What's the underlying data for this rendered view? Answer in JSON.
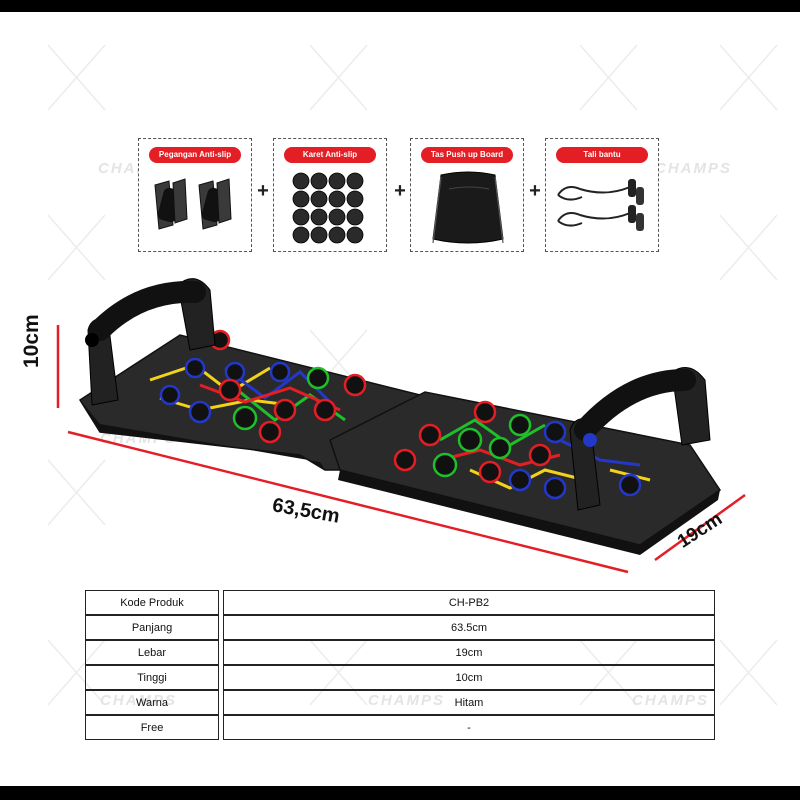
{
  "watermark": {
    "brand": "CHAMPS"
  },
  "accessories": [
    {
      "label": "Pegangan Anti-slip",
      "icon": "handles-icon"
    },
    {
      "label": "Karet Anti-slip",
      "icon": "rubber-pads-icon"
    },
    {
      "label": "Tas Push up Board",
      "icon": "bag-icon"
    },
    {
      "label": "Tali bantu",
      "icon": "resistance-band-icon"
    }
  ],
  "plus_sign": "+",
  "dimensions": {
    "height": "10cm",
    "length": "63,5cm",
    "width": "19cm"
  },
  "colors": {
    "accent_red": "#e31e24",
    "green": "#1fbf2a",
    "blue": "#2338c8",
    "yellow": "#f2d21a",
    "board": "#1f1f1f"
  },
  "specs": [
    {
      "key": "Kode Produk",
      "value": "CH-PB2"
    },
    {
      "key": "Panjang",
      "value": "63.5cm"
    },
    {
      "key": "Lebar",
      "value": "19cm"
    },
    {
      "key": "Tinggi",
      "value": "10cm"
    },
    {
      "key": "Warna",
      "value": "Hitam"
    },
    {
      "key": "Free",
      "value": "-"
    }
  ]
}
